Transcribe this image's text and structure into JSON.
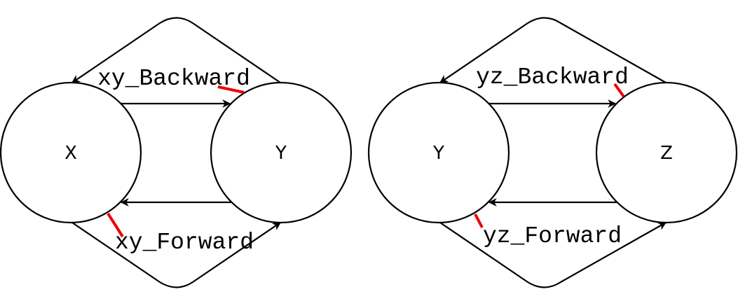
{
  "colors": {
    "line": "#000000",
    "marker": "#ee0000",
    "background": "#ffffff"
  },
  "diagrams": [
    {
      "nodes": {
        "left": "X",
        "right": "Y"
      },
      "labels": {
        "backward": "xy_Backward",
        "forward": "xy_Forward"
      }
    },
    {
      "nodes": {
        "left": "Y",
        "right": "Z"
      },
      "labels": {
        "backward": "yz_Backward",
        "forward": "yz_Forward"
      }
    }
  ]
}
